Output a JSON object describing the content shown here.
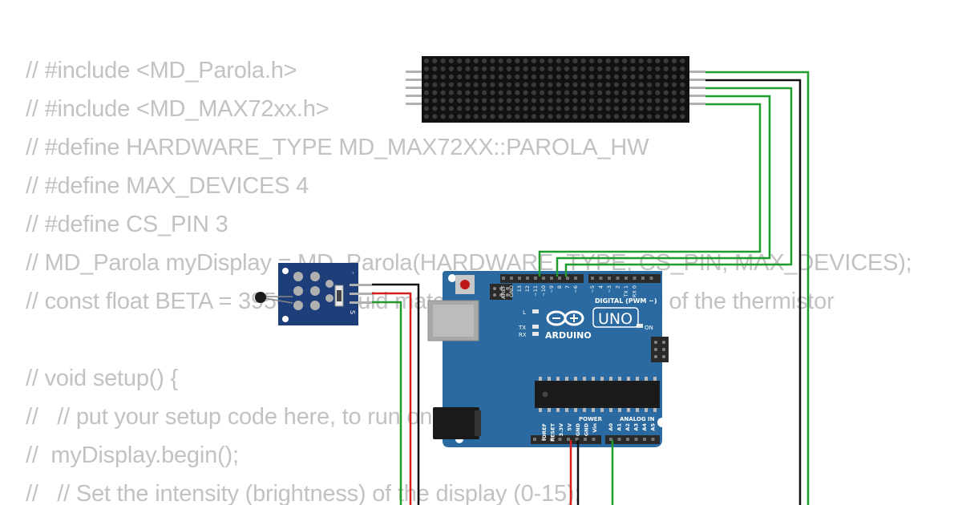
{
  "code": {
    "lines": [
      "// #include <MD_Parola.h>",
      "// #include <MD_MAX72xx.h>",
      "// #define HARDWARE_TYPE MD_MAX72XX::PAROLA_HW",
      "// #define MAX_DEVICES 4",
      "// #define CS_PIN 3",
      "// MD_Parola myDisplay = MD_Parola(HARDWARE_TYPE, CS_PIN, MAX_DEVICES);",
      "// const float BETA = 3950; // should match the Beta Coefficient of the thermistor",
      "",
      "// void setup() {",
      "//   // put your setup code here, to run once:",
      "//  myDisplay.begin();",
      "//   // Set the intensity (brightness) of the display (0-15):"
    ]
  },
  "board": {
    "brand": "ARDUINO",
    "model": "UNO",
    "digital_header": "DIGITAL (PWM ~)",
    "power_header": "POWER",
    "analog_header": "ANALOG IN",
    "on_label": "ON",
    "led_l": "L",
    "led_tx": "TX",
    "led_rx": "RX",
    "digital_pins": [
      "AREF",
      "GND",
      "13",
      "12",
      "~11",
      "~10",
      "~9",
      "8",
      "7",
      "~6",
      "~5",
      "4",
      "~3",
      "2",
      "TX 1",
      "RX 0"
    ],
    "power_pins": [
      "IOREF",
      "RESET",
      "3.3V",
      "5V",
      "GND",
      "GND",
      "Vin"
    ],
    "analog_pins": [
      "A0",
      "A1",
      "A2",
      "A3",
      "A4",
      "A5"
    ]
  },
  "sensor": {
    "pin_labels": [
      "-",
      "",
      "S"
    ]
  },
  "colors": {
    "code_text": "#c2c2c2",
    "board": "#2a6aa0",
    "matrix_body": "#111111",
    "matrix_led": "#3a3a3a",
    "sensor_pcb": "#1d3e78",
    "wire_green": "#1e9c2d",
    "wire_black": "#111111",
    "wire_red": "#d42020"
  },
  "icons": {
    "reset_button": "reset-button-icon",
    "logo": "infinity-logo-icon",
    "thermistor": "thermistor-icon"
  }
}
